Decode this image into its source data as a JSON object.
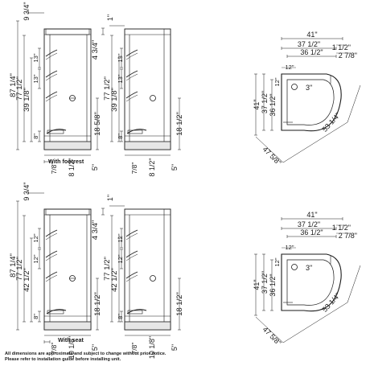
{
  "figures": [
    {
      "caption": "With footrest",
      "front_dims": [
        "9 3/4\"",
        "87 1/4\"",
        "77 1/2\"",
        "39 1/8\"",
        "13\"",
        "13\"",
        "8\"",
        "7/8\"",
        "8 1/2\"",
        "5\"",
        "18 5/8\""
      ],
      "side_dims": [
        "1\"",
        "4 3/4\"",
        "77 1/2\"",
        "39 1/8\"",
        "13\"",
        "13\"",
        "8\"",
        "7/8\"",
        "8 1/2\"",
        "5\"",
        "18 1/2\""
      ],
      "plan_dims": [
        "41\"",
        "37 1/2\"",
        "36 1/2\"",
        "1 1/2\"",
        "2 7/8\"",
        "12\"",
        "41\"",
        "37 1/2\"",
        "36 1/2\"",
        "12\"",
        "3\"",
        "47 5/8\"",
        "53 1/4\""
      ]
    },
    {
      "caption": "With seat",
      "front_dims": [
        "9 3/4\"",
        "87 1/4\"",
        "77 1/2\"",
        "42 1/2\"",
        "12\"",
        "12\"",
        "8\"",
        "7/8\"",
        "10 1/8\"",
        "5\"",
        "18 1/2\""
      ],
      "side_dims": [
        "1\"",
        "4 3/4\"",
        "77 1/2\"",
        "42 1/2\"",
        "12\"",
        "12\"",
        "8\"",
        "7/8\"",
        "10 1/8\"",
        "5\"",
        "18 1/2\""
      ],
      "plan_dims": [
        "41\"",
        "37 1/2\"",
        "36 1/2\"",
        "1 1/2\"",
        "2 7/8\"",
        "12\"",
        "41\"",
        "37 1/2\"",
        "36 1/2\"",
        "12\"",
        "3\"",
        "47 5/8\"",
        "53 1/4\""
      ]
    }
  ],
  "notes": [
    "All dimensions are approximate and subject to change without prior notice.",
    "Please refer to installation guide before installing unit."
  ]
}
